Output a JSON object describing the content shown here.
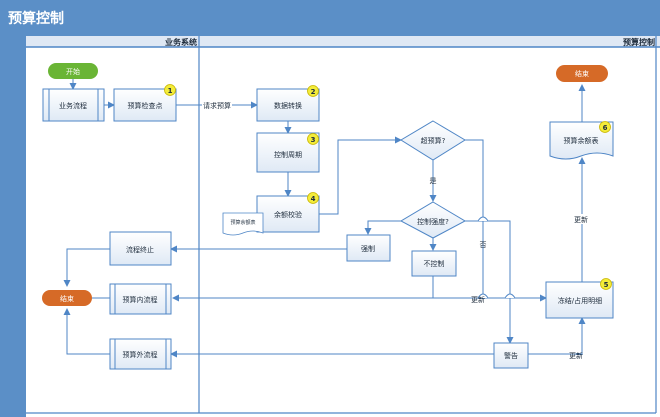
{
  "header": {
    "title": "预算控制"
  },
  "lanes": {
    "business": "业务系统",
    "budget": "预算控制"
  },
  "nodes": {
    "start": "开始",
    "business_flow": "业务流程",
    "budget_checkpoint": "预算检查点",
    "data_transform": "数据转换",
    "control_period": "控制周期",
    "balance_check": "余额校验",
    "balance_doc_left": "预算余额表",
    "over_budget": "超预算?",
    "control_strength": "控制强度?",
    "strong": "强制",
    "no_control": "不控制",
    "process_end": "流程终止",
    "end_left": "结束",
    "in_budget": "预算内流程",
    "out_budget": "预算外流程",
    "warning": "警告",
    "freeze": "冻结/占用明细",
    "balance_doc_right": "预算余额表",
    "end_right": "结束"
  },
  "badges": {
    "b1": "1",
    "b2": "2",
    "b3": "3",
    "b4": "4",
    "b5": "5",
    "b6": "6"
  },
  "edge_labels": {
    "request_budget": "请求预算",
    "yes": "是",
    "no": "否",
    "update1": "更新",
    "update2": "更新",
    "update3": "更新"
  },
  "colors": {
    "header_bg": "#5b8fc7",
    "start_green": "#6ab535",
    "end_orange": "#d66a27",
    "line_blue": "#4f86c6",
    "badge_yellow": "#f3ec3a"
  }
}
